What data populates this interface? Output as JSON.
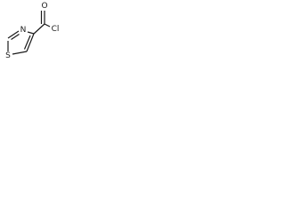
{
  "diagram": {
    "kind": "chemical-structure",
    "atoms": {
      "oxygen": "O",
      "chlorine": "Cl",
      "sulfur": "S",
      "nitrogen": "N"
    },
    "colors": {
      "ink": "#1a1a1a",
      "background": "#ffffff"
    }
  }
}
